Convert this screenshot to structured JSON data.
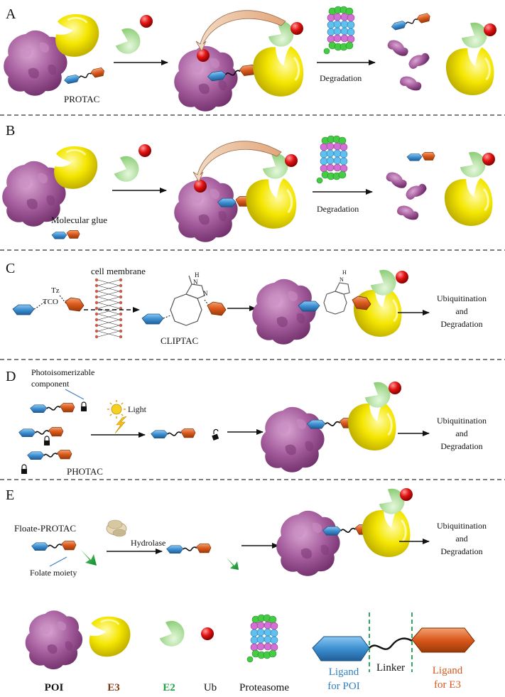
{
  "panels": {
    "a": {
      "letter": "A",
      "protac_label": "PROTAC",
      "degradation_label": "Degradation"
    },
    "b": {
      "letter": "B",
      "glue_label": "Molecular glue",
      "degradation_label": "Degradation"
    },
    "c": {
      "letter": "C",
      "membrane_label": "cell membrane",
      "tz_label": "Tz",
      "tco_label": "TCO",
      "nh_label": "N",
      "h_label": "H",
      "n_label": "N",
      "cliptac_label": "CLIPTAC",
      "outcome_line1": "Ubiquitination",
      "outcome_line2": "and",
      "outcome_line3": "Degradation"
    },
    "d": {
      "letter": "D",
      "photo_line1": "Photoisomerizable",
      "photo_line2": "component",
      "light_label": "Light",
      "photac_label": "PHOTAC",
      "outcome_line1": "Ubiquitination",
      "outcome_line2": "and",
      "outcome_line3": "Degradation"
    },
    "e": {
      "letter": "E",
      "floate_label": "Floate-PROTAC",
      "hydrolase_label": "Hydrolase",
      "folate_label": "Folate moiety",
      "outcome_line1": "Ubiquitination",
      "outcome_line2": "and",
      "outcome_line3": "Degradation"
    }
  },
  "legend": {
    "poi": "POI",
    "e3": "E3",
    "e2": "E2",
    "ub": "Ub",
    "proteasome": "Proteasome",
    "ligand_poi_line1": "Ligand",
    "ligand_poi_line2": "for POI",
    "linker": "Linker",
    "ligand_e3_line1": "Ligand",
    "ligand_e3_line2": "for E3"
  },
  "colors": {
    "poi": "#9b4f95",
    "e3": "#f2e600",
    "e2": "#b5e3a3",
    "ub": "#d81010",
    "ligand_poi": "#3d8fd0",
    "ligand_e3": "#d9581c",
    "e2_text": "#1fa045",
    "e3_text": "#7a3a10",
    "ligand_poi_text": "#2f7fc0",
    "ligand_e3_text": "#d9581c",
    "divider_green": "#1aa050"
  }
}
